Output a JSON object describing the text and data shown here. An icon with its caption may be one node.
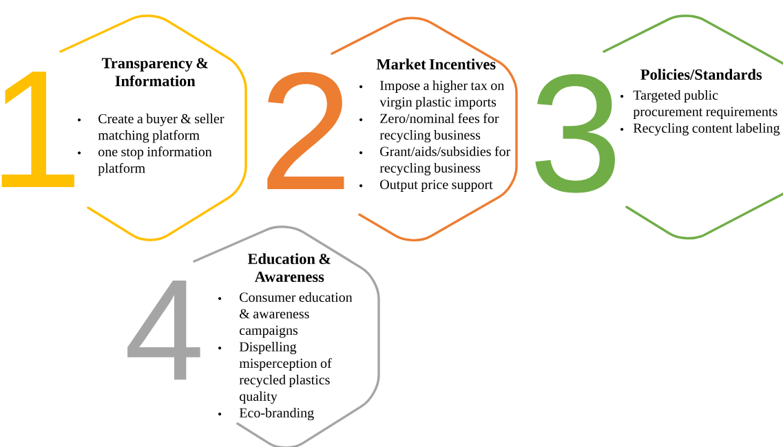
{
  "diagram": {
    "nodes": [
      {
        "text": [
          "Transparency & Information",
          "Create a buyer & seller matching platform",
          "one stop information platform"
        ],
        "beside": [
          "1"
        ]
      },
      {
        "text": [
          "Market Incentives",
          "Impose a higher tax on virgin plastic imports",
          "Zero/nominal fees for recycling business",
          "Grant/aids/subsidies for recycling business",
          "Output price support"
        ],
        "beside": [
          "2"
        ]
      },
      {
        "text": [
          "Policies/Standards",
          "Targeted public procurement requirements",
          "Recycling content labeling"
        ],
        "beside": [
          "3"
        ]
      },
      {
        "text": [
          "Education & Awareness",
          "Consumer education & awareness campaigns",
          "Dispelling misperception of recycled plastics quality",
          "Eco-branding"
        ],
        "beside": [
          "4"
        ]
      }
    ]
  }
}
